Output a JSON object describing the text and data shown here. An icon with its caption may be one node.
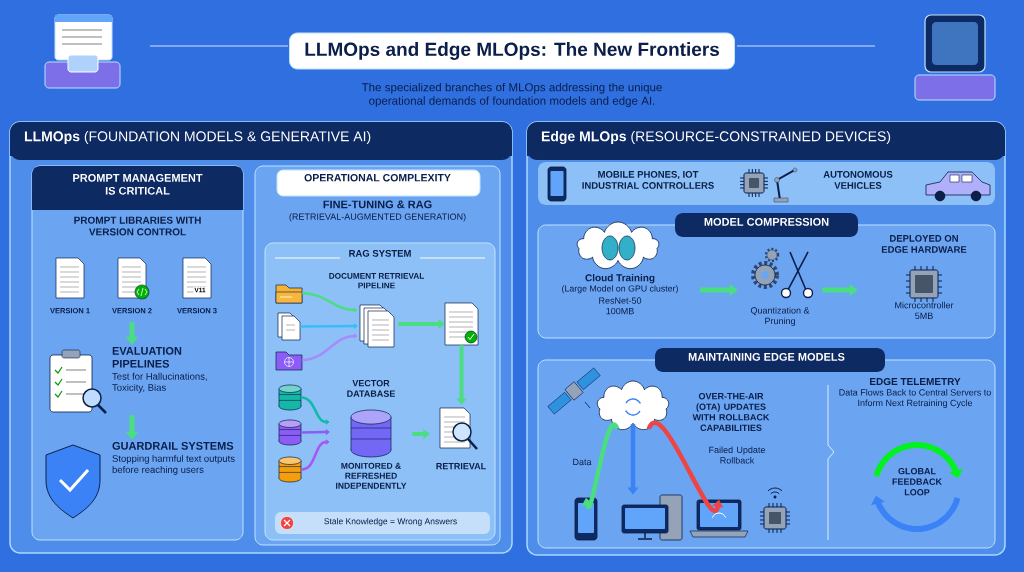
{
  "diagram": {
    "title": "LLMOps and Edge MLOps: The New Frontiers",
    "nodes": [
      {
        "text": [
          "**LLMOps** (FOUNDATION MODELS & GENERATIVE AI)"
        ]
      },
      {
        "text": [
          "PROMPT MANAGEMENT IS CRITICAL",
          "PROMPT LIBRARIES WITH VERSION CONTROL"
        ],
        "in": 0
      },
      {
        "text": [
          "VERSION 1"
        ],
        "in": 1
      },
      {
        "text": [
          "VERSION 2"
        ],
        "in": 1
      },
      {
        "text": [
          "VERSION 3"
        ],
        "in": 1
      },
      {
        "text": [
          "EVALUATION PIPELINES",
          "Test for Hallucinations, Toxicity, Bias"
        ],
        "in": 1
      },
      {
        "text": [
          "GUARDRAIL SYSTEMS",
          "Stopping harmful text outputs before reaching users"
        ],
        "in": 1
      },
      {
        "text": [
          "OPERATIONAL COMPLEXITY",
          "FINE-TUNING & RAG",
          "(RETRIEVAL-AUGMENTED GENERATION)"
        ],
        "in": 0
      },
      {
        "text": [
          "RAG SYSTEM"
        ],
        "in": 7
      },
      {
        "text": [],
        "shape": "picture",
        "in": 8
      },
      {
        "text": [],
        "shape": "picture",
        "in": 8
      },
      {
        "text": [],
        "shape": "picture",
        "in": 8
      },
      {
        "text": [
          "DOCUMENT RETRIEVAL PIPELINE"
        ],
        "in": 8
      },
      {
        "text": [],
        "shape": "picture",
        "in": 8
      },
      {
        "text": [],
        "shape": "cylinder",
        "in": 8
      },
      {
        "text": [],
        "shape": "cylinder",
        "in": 8
      },
      {
        "text": [],
        "shape": "cylinder",
        "in": 8
      },
      {
        "text": [
          "VECTOR DATABASE",
          "MONITORED & REFRESHED INDEPENDENTLY"
        ],
        "in": 8
      },
      {
        "text": [
          "RETRIEVAL"
        ],
        "in": 8
      },
      {
        "text": [
          "Stale Knowledge = Wrong Answers"
        ],
        "in": 8
      },
      {
        "text": [
          "**Edge MLOps** (RESOURCE-CONSTRAINED DEVICES)"
        ]
      },
      {
        "text": [
          "MOBILE PHONES, IOT INDUSTRIAL CONTROLLERS",
          "AUTONOMOUS VEHICLES"
        ],
        "in": 20
      },
      {
        "text": [
          "MODEL COMPRESSION"
        ],
        "in": 20
      },
      {
        "text": [
          "Cloud Training",
          "(Large Model on GPU cluster)",
          "ResNet-50 100MB"
        ],
        "in": 22
      },
      {
        "text": [
          "Quantization & Pruning"
        ],
        "in": 22
      },
      {
        "text": [
          "DEPLOYED ON EDGE HARDWARE",
          "Microcontroller 5MB"
        ],
        "in": 22
      },
      {
        "text": [
          "MAINTAINING EDGE MODELS"
        ],
        "in": 20
      },
      {
        "text": [],
        "shape": "cloud",
        "in": 26
      },
      {
        "text": [],
        "shape": "picture",
        "in": 26
      },
      {
        "text": [],
        "shape": "picture",
        "in": 26
      },
      {
        "text": [],
        "shape": "picture",
        "in": 26
      },
      {
        "text": [],
        "shape": "picture",
        "in": 26
      },
      {
        "text": [
          "EDGE TELEMETRY",
          "Data Flows Back to Central Servers to Inform Next Retraining Cycle"
        ],
        "in": 26
      },
      {
        "text": [
          "GLOBAL FEEDBACK LOOP"
        ],
        "in": 26
      }
    ],
    "edges": [
      {
        "from": 3,
        "to": 5,
        "arrow": "to"
      },
      {
        "from": 5,
        "to": 6,
        "arrow": "to"
      },
      {
        "from": 9,
        "to": 12,
        "arrow": "to"
      },
      {
        "from": 10,
        "to": 12,
        "arrow": "to",
        "color": "#38bdf8"
      },
      {
        "from": 11,
        "to": 12,
        "arrow": "to",
        "color": "#a78bfa"
      },
      {
        "from": 12,
        "to": 13,
        "arrow": "to"
      },
      {
        "from": 13,
        "to": 18,
        "arrow": "to"
      },
      {
        "from": 14,
        "to": 17,
        "arrow": "to",
        "color": "#14b8a6"
      },
      {
        "from": 15,
        "to": 17,
        "arrow": "to",
        "color": "#8b5cf6"
      },
      {
        "from": 16,
        "to": 17,
        "arrow": "to",
        "color": "#a855f7"
      },
      {
        "from": 17,
        "to": 18,
        "arrow": "to"
      },
      {
        "from": 23,
        "to": 24,
        "arrow": "to"
      },
      {
        "from": 24,
        "to": 25,
        "arrow": "to"
      },
      {
        "from": 27,
        "to": 28,
        "arrow": "to",
        "label": "Data"
      },
      {
        "from": 27,
        "to": 29,
        "arrow": "to",
        "color": "#3b82f6"
      },
      {
        "from": 27,
        "to": 30,
        "arrow": "to",
        "color": "#ef4444",
        "label": "Failed Update Rollback"
      }
    ],
    "labels": [
      "The specialized branches of MLOps addressing the unique operational demands of foundation models and edge AI.",
      "V11",
      "OVER-THE-AIR (OTA) UPDATES WITH ROLLBACK CAPABILITIES"
    ]
  }
}
